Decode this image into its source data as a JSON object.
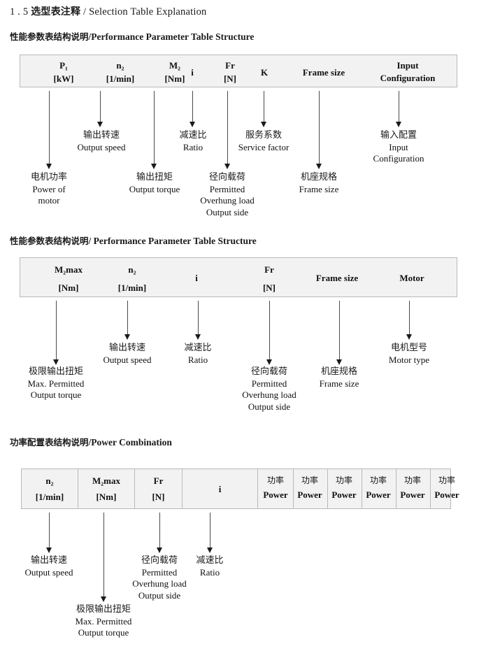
{
  "document": {
    "title_number": "1 . 5",
    "title_cn": "选型表注释",
    "title_sep": "/",
    "title_en": "Selection Table Explanation"
  },
  "sections": [
    {
      "id": "performance-parameter-table-structure-1",
      "title_cn": "性能参数表结构说明",
      "title_en": "/Performance Parameter Table Structure",
      "table": {
        "columns": [
          {
            "name": "p1",
            "line1": "P₁",
            "line2": "[kW]"
          },
          {
            "name": "n2",
            "line1": "n₂",
            "line2": "[1/min]"
          },
          {
            "name": "m2",
            "line1": "M₂",
            "line2": "[Nm]"
          },
          {
            "name": "i",
            "line1": "i",
            "line2": ""
          },
          {
            "name": "fr",
            "line1": "Fr",
            "line2": "[N]"
          },
          {
            "name": "k",
            "line1": "K",
            "line2": ""
          },
          {
            "name": "frame-size",
            "line1": "Frame size",
            "line2": ""
          },
          {
            "name": "input-configuration",
            "line1": "Input",
            "line2": "Configuration"
          }
        ]
      },
      "callouts": [
        {
          "name": "power-of-motor",
          "cn": "电机功率",
          "en": [
            "Power of",
            "motor"
          ]
        },
        {
          "name": "output-speed",
          "cn": "输出转速",
          "en": [
            "Output speed"
          ]
        },
        {
          "name": "output-torque",
          "cn": "输出扭矩",
          "en": [
            "Output torque"
          ]
        },
        {
          "name": "ratio",
          "cn": "减速比",
          "en": [
            "Ratio"
          ]
        },
        {
          "name": "permitted-overhung-load",
          "cn": "径向载荷",
          "en": [
            "Permitted",
            "Overhung load",
            "Output side"
          ]
        },
        {
          "name": "service-factor",
          "cn": "服务系数",
          "en": [
            "Service factor"
          ]
        },
        {
          "name": "frame-size",
          "cn": "机座规格",
          "en": [
            "Frame size"
          ]
        },
        {
          "name": "input-configuration",
          "cn": "输入配置",
          "en": [
            "Input",
            "Configuration"
          ]
        }
      ]
    },
    {
      "id": "performance-parameter-table-structure-2",
      "title_cn": "性能参数表结构说明",
      "title_en": "/ Performance Parameter Table Structure",
      "table": {
        "columns": [
          {
            "name": "m2max",
            "line1": "M₂max",
            "line2": "[Nm]"
          },
          {
            "name": "n2",
            "line1": "n₂",
            "line2": "[1/min]"
          },
          {
            "name": "i",
            "line1": "i",
            "line2": ""
          },
          {
            "name": "fr",
            "line1": "Fr",
            "line2": "[N]"
          },
          {
            "name": "frame-size",
            "line1": "Frame size",
            "line2": ""
          },
          {
            "name": "motor",
            "line1": "Motor",
            "line2": ""
          }
        ]
      },
      "callouts": [
        {
          "name": "max-permitted-output-torque",
          "cn": "极限输出扭矩",
          "en": [
            "Max. Permitted",
            "Output  torque"
          ]
        },
        {
          "name": "output-speed",
          "cn": "输出转速",
          "en": [
            "Output speed"
          ]
        },
        {
          "name": "ratio",
          "cn": "减速比",
          "en": [
            "Ratio"
          ]
        },
        {
          "name": "permitted-overhung-load",
          "cn": "径向载荷",
          "en": [
            "Permitted",
            "Overhung load",
            "Output side"
          ]
        },
        {
          "name": "frame-size",
          "cn": "机座规格",
          "en": [
            "Frame size"
          ]
        },
        {
          "name": "motor-type",
          "cn": "电机型号",
          "en": [
            "Motor type"
          ]
        }
      ]
    },
    {
      "id": "power-combination",
      "title_cn": "功率配置表结构说明",
      "title_en": "/Power Combination",
      "table": {
        "columns": [
          {
            "name": "n2",
            "line1": "n₂",
            "line2": "[1/min]"
          },
          {
            "name": "m2max",
            "line1": "M₂max",
            "line2": "[Nm]"
          },
          {
            "name": "fr",
            "line1": "Fr",
            "line2": "[N]"
          },
          {
            "name": "i",
            "line1": "i",
            "line2": ""
          },
          {
            "name": "power-1",
            "line1": "功率",
            "line2": "Power"
          },
          {
            "name": "power-2",
            "line1": "功率",
            "line2": "Power"
          },
          {
            "name": "power-3",
            "line1": "功率",
            "line2": "Power"
          },
          {
            "name": "power-4",
            "line1": "功率",
            "line2": "Power"
          },
          {
            "name": "power-5",
            "line1": "功率",
            "line2": "Power"
          },
          {
            "name": "power-6",
            "line1": "功率",
            "line2": "Power"
          }
        ]
      },
      "callouts": [
        {
          "name": "output-speed",
          "cn": "输出转速",
          "en": [
            "Output speed"
          ]
        },
        {
          "name": "max-permitted-output-torque",
          "cn": "极限输出扭矩",
          "en": [
            "Max. Permitted",
            "Output  torque"
          ]
        },
        {
          "name": "permitted-overhung-load",
          "cn": "径向载荷",
          "en": [
            "Permitted",
            "Overhung load",
            "Output side"
          ]
        },
        {
          "name": "ratio",
          "cn": "减速比",
          "en": [
            "Ratio"
          ]
        }
      ]
    }
  ],
  "colors": {
    "table_fill": "#f2f2f2",
    "table_border": "#b9b9b9",
    "text": "#1a1a1a",
    "arrow": "#4a4a4a"
  }
}
